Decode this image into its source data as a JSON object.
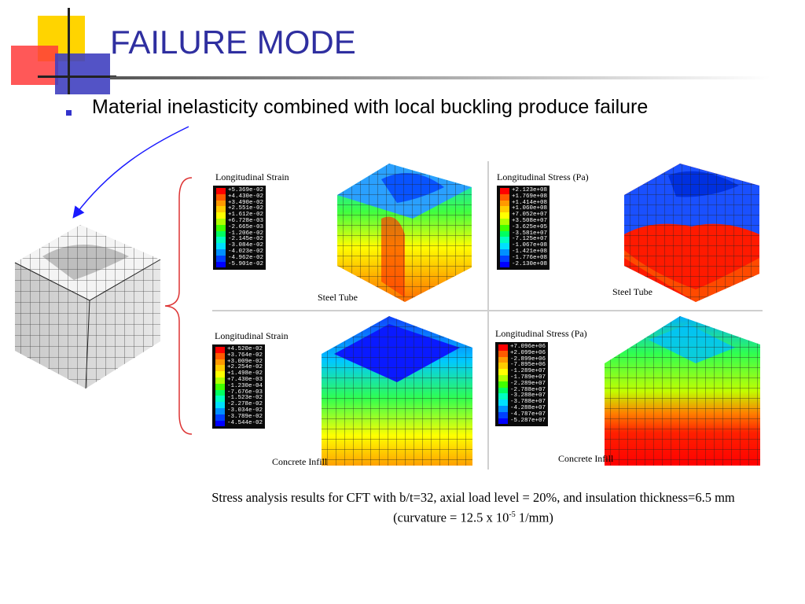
{
  "slide": {
    "title": "FAILURE MODE",
    "bullet": "Material inelasticity combined with local buckling produce failure"
  },
  "panels": [
    {
      "id": "top-left",
      "legend_title": "Longitudinal Strain",
      "part_label": "Steel Tube",
      "legend_values": [
        "+5.369e-02",
        "+4.430e-02",
        "+3.490e-02",
        "+2.551e-02",
        "+1.612e-02",
        "+6.728e-03",
        "-2.665e-03",
        "-1.206e-02",
        "-2.145e-02",
        "-3.084e-02",
        "-4.023e-02",
        "-4.962e-02",
        "-5.901e-02"
      ]
    },
    {
      "id": "top-right",
      "legend_title": "Longitudinal Stress (Pa)",
      "part_label": "Steel Tube",
      "legend_values": [
        "+2.123e+08",
        "+1.769e+08",
        "+1.414e+08",
        "+1.060e+08",
        "+7.052e+07",
        "+3.508e+07",
        "-3.625e+05",
        "-3.581e+07",
        "-7.125e+07",
        "-1.067e+08",
        "-1.421e+08",
        "-1.776e+08",
        "-2.130e+08"
      ]
    },
    {
      "id": "bottom-left",
      "legend_title": "Longitudinal Strain",
      "part_label": "Concrete Infill",
      "legend_values": [
        "+4.520e-02",
        "+3.764e-02",
        "+3.009e-02",
        "+2.254e-02",
        "+1.498e-02",
        "+7.430e-03",
        "-1.230e-04",
        "-7.676e-03",
        "-1.523e-02",
        "-2.278e-02",
        "-3.034e-02",
        "-3.789e-02",
        "-4.544e-02"
      ]
    },
    {
      "id": "bottom-right",
      "legend_title": "Longitudinal Stress (Pa)",
      "part_label": "Concrete Infill",
      "legend_values": [
        "+7.096e+06",
        "+2.099e+06",
        "-2.899e+06",
        "-7.895e+06",
        "-1.289e+07",
        "-1.789e+07",
        "-2.289e+07",
        "-2.788e+07",
        "-3.288e+07",
        "-3.788e+07",
        "-4.288e+07",
        "-4.787e+07",
        "-5.287e+07"
      ]
    }
  ],
  "legend_colors": [
    "#ff0000",
    "#ff5a00",
    "#ff9900",
    "#ffcc00",
    "#ffff00",
    "#b0ff00",
    "#40ff00",
    "#00ff60",
    "#00ffc0",
    "#00e0ff",
    "#0090ff",
    "#0040ff",
    "#0000ff"
  ],
  "caption": {
    "part1": "Stress analysis results for CFT with b/t=32, axial load level = 20%, and insulation thickness=6.5 mm (curvature = 12.5 x 10",
    "exponent": "-5",
    "part2": " 1/mm)"
  }
}
